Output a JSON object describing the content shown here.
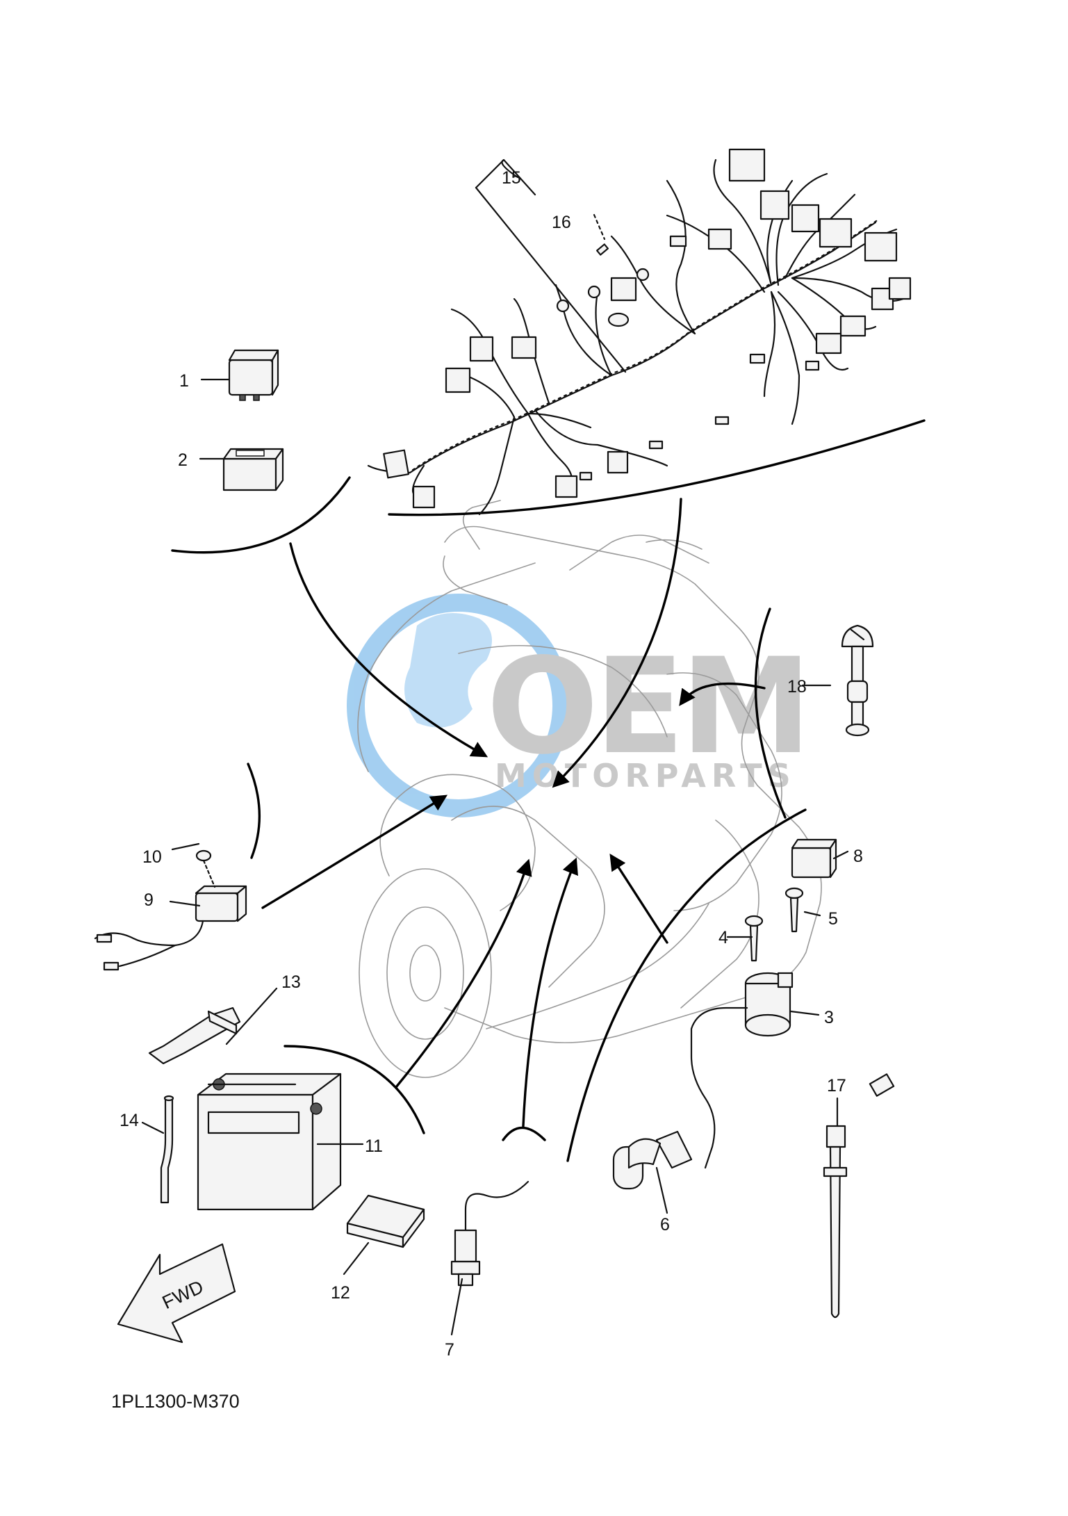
{
  "diagram": {
    "code": "1PL1300-M370",
    "fwd_label": "FWD",
    "callouts": [
      "1",
      "2",
      "3",
      "4",
      "5",
      "6",
      "7",
      "8",
      "9",
      "10",
      "11",
      "12",
      "13",
      "14",
      "15",
      "16",
      "17",
      "18"
    ]
  },
  "watermark": {
    "logo_text": "OEM",
    "sub_text": "MOTORPARTS",
    "colors": {
      "globe": "#5aa9e6",
      "letters": "#9e9e9e"
    }
  }
}
